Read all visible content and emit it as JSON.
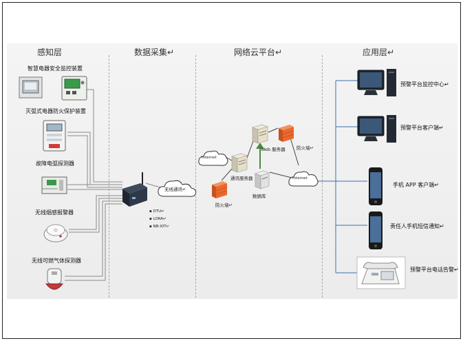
{
  "layers": {
    "perception": "感知层",
    "collection": "数据采集↵",
    "cloud": "网络云平台↵",
    "application": "应用层↵"
  },
  "perception_devices": [
    {
      "label": "智慧电器安全监控装置",
      "icon": "monitor-unit-icon"
    },
    {
      "label": "灭弧式电器防火保护装置",
      "icon": "arc-protector-icon"
    },
    {
      "label": "故障电弧探测器",
      "icon": "arc-detector-icon"
    },
    {
      "label": "无线烟感报警器",
      "icon": "smoke-alarm-icon"
    },
    {
      "label": "无线可燃气体探测器",
      "icon": "gas-detector-icon"
    }
  ],
  "gateway": {
    "wireless_label": "无线通讯↵",
    "protocols": [
      "DTU↵",
      "LORA↵",
      "NB-IOT↵"
    ]
  },
  "cloud": {
    "internet_left": "Internet",
    "internet_right": "Internet",
    "web_server": "Web 服务器",
    "comm_server": "通讯服务器",
    "database": "数据库",
    "firewall_left": "防火墙↵",
    "firewall_right": "防火墙↵"
  },
  "applications": [
    {
      "label": "预警平台监控中心↵",
      "icon": "desktop-computer-icon"
    },
    {
      "label": "预警平台客户端↵",
      "icon": "desktop-computer-icon"
    },
    {
      "label": "手机 APP 客户端↵",
      "icon": "smartphone-icon"
    },
    {
      "label": "责任人手机短信通知↵",
      "icon": "smartphone-icon"
    },
    {
      "label": "预警平台电话告警↵",
      "icon": "desk-phone-icon"
    }
  ],
  "colors": {
    "wire": "#8a8a8a",
    "app_bus": "#3d6fb0",
    "firewall": "#e8692e",
    "cloud_line": "#444444"
  }
}
